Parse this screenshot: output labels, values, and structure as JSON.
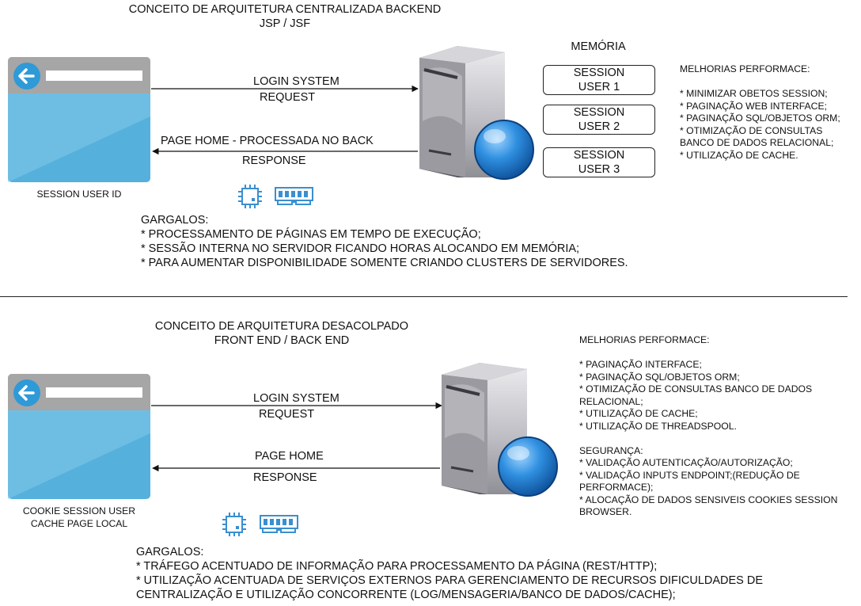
{
  "top": {
    "title": "CONCEITO DE ARQUITETURA CENTRALIZADA BACKEND\nJSP / JSF",
    "client_label": "SESSION USER ID",
    "request_top": "LOGIN SYSTEM",
    "request_bottom": "REQUEST",
    "response_top": "PAGE HOME - PROCESSADA NO BACK",
    "response_bottom": "RESPONSE",
    "memory_label": "MEMÓRIA",
    "sessions": [
      "SESSION\nUSER 1",
      "SESSION\nUSER 2",
      "SESSION\nUSER 3"
    ],
    "improvements": "MELHORIAS PERFORMACE:\n\n* MINIMIZAR OBETOS SESSION;\n* PAGINAÇÃO WEB INTERFACE;\n* PAGINAÇÃO SQL/OBJETOS ORM;\n* OTIMIZAÇÃO DE CONSULTAS BANCO DE DADOS RELACIONAL;\n* UTILIZAÇÃO DE CACHE.",
    "bottlenecks": "GARGALOS:\n* PROCESSAMENTO DE PÁGINAS EM TEMPO DE EXECUÇÃO;\n* SESSÃO INTERNA NO SERVIDOR FICANDO HORAS ALOCANDO EM MEMÓRIA;\n* PARA AUMENTAR DISPONIBILIDADE SOMENTE CRIANDO CLUSTERS DE SERVIDORES."
  },
  "bottom": {
    "title": "CONCEITO DE ARQUITETURA DESACOLPADO\nFRONT END / BACK END",
    "client_label": "COOKIE SESSION USER\nCACHE PAGE LOCAL",
    "request_top": "LOGIN SYSTEM",
    "request_bottom": "REQUEST",
    "response_top": "PAGE HOME",
    "response_bottom": "RESPONSE",
    "improvements": "MELHORIAS PERFORMACE:\n\n* PAGINAÇÃO INTERFACE;\n* PAGINAÇÃO SQL/OBJETOS ORM;\n* OTIMIZAÇÃO DE CONSULTAS BANCO DE DADOS RELACIONAL;\n* UTILIZAÇÃO DE CACHE;\n* UTILIZAÇÃO DE THREADSPOOL.\n\nSEGURANÇA:\n* VALIDAÇÃO AUTENTICAÇÃO/AUTORIZAÇÃO;\n* VALIDAÇÃO INPUTS ENDPOINT;(REDUÇÃO DE PERFORMACE);\n* ALOCAÇÃO DE DADOS SENSIVEIS COOKIES SESSION BROWSER.",
    "bottlenecks": "GARGALOS:\n* TRÁFEGO ACENTUADO DE INFORMAÇÃO PARA PROCESSAMENTO DA PÁGINA (REST/HTTP);\n* UTILIZAÇÃO ACENTUADA DE SERVIÇOS EXTERNOS PARA GERENCIAMENTO DE RECURSOS DIFICULDADES DE CENTRALIZAÇÃO E UTILIZAÇÃO CONCORRENTE (LOG/MENSAGERIA/BANCO DE DADOS/CACHE);"
  }
}
